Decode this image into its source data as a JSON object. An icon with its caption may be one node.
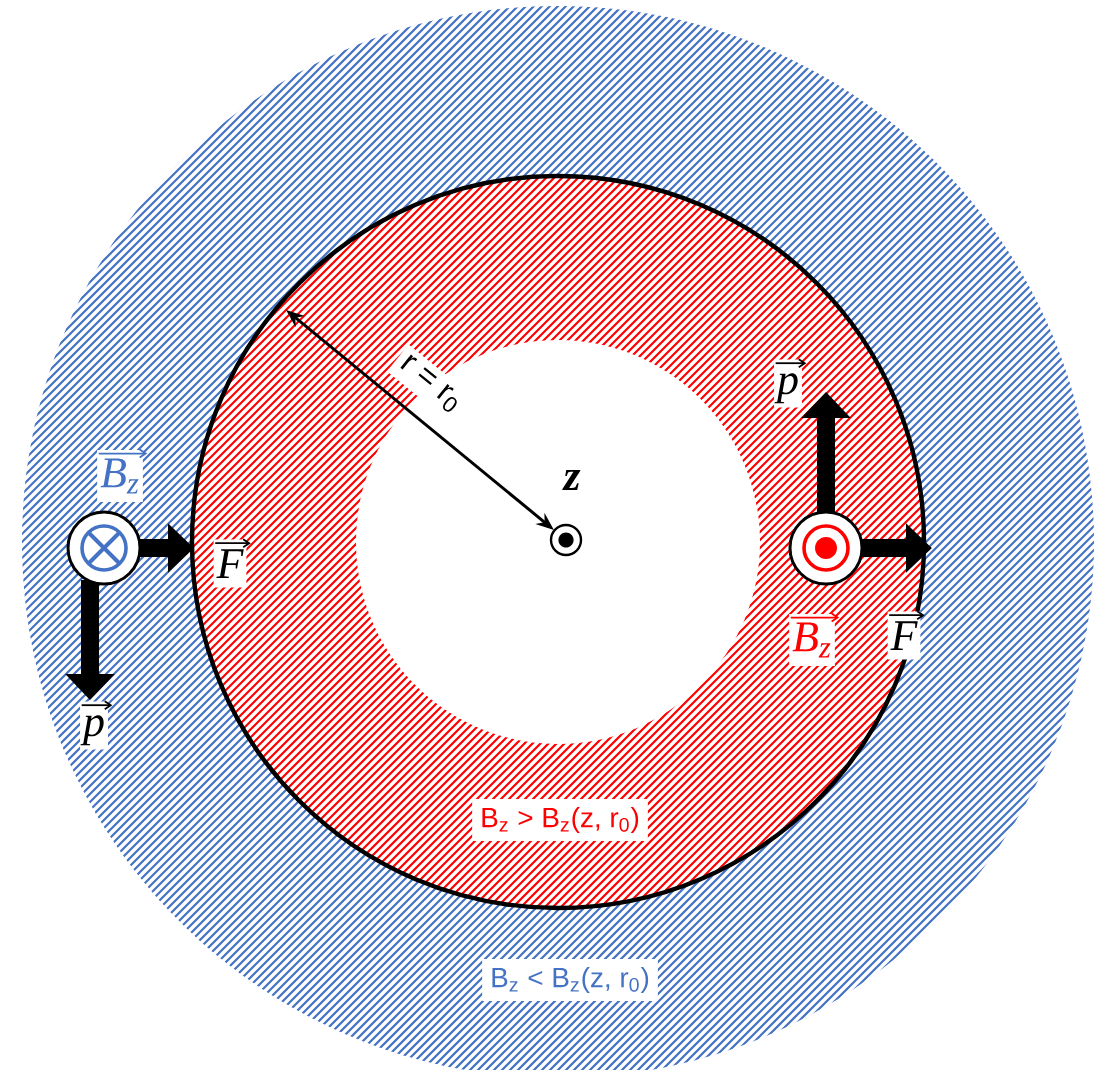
{
  "diagram": {
    "nodes": [
      {
        "text": [
          "B$_{z}$ < B$_{z}$(z, r$_{0}$)"
        ]
      },
      {
        "text": [
          "B$_{z}$ > B$_{z}$(z, r$_{0}$)"
        ],
        "in": 0
      }
    ],
    "labels": [
      "r = r$_{0}$",
      "p",
      "B$_{z}$",
      "z",
      "F",
      "B$_{z}$",
      "F",
      "p"
    ]
  }
}
